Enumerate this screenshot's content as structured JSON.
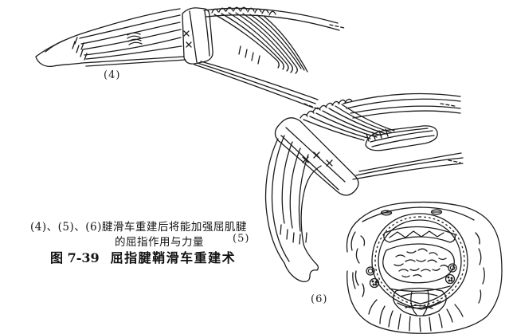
{
  "figure": {
    "panels": [
      {
        "label": "(4)"
      },
      {
        "label": "(5)"
      },
      {
        "label": "(6)"
      }
    ],
    "caption": {
      "line1": "(4)、(5)、(6)腱滑车重建后将能加强屈肌腱",
      "line2": "的屈指作用与力量",
      "figure_number": "图 7-39",
      "figure_title": "屈指腱鞘滑车重建术"
    },
    "colors": {
      "ink": "#1c1c1c",
      "paper": "#ffffff"
    }
  }
}
